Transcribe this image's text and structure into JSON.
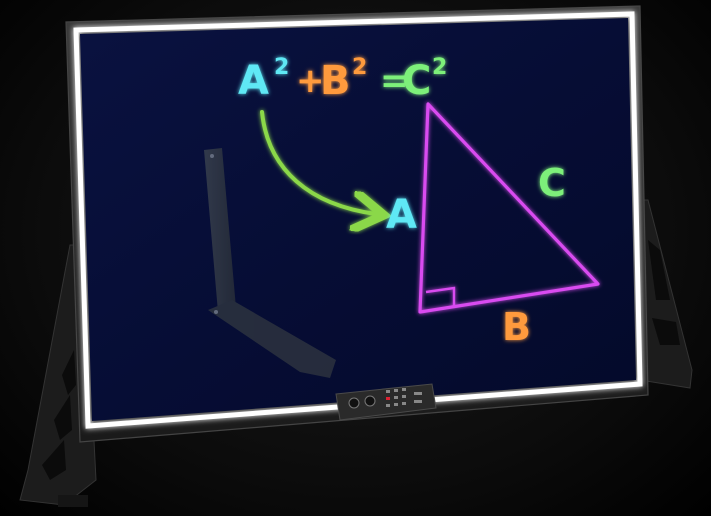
{
  "equation": {
    "term_a": "A",
    "exp_a": "2",
    "plus": "+",
    "term_b": "B",
    "exp_b": "2",
    "equals": "=",
    "term_c": "C",
    "exp_c": "2"
  },
  "triangle_labels": {
    "side_a": "A",
    "side_b": "B",
    "side_c": "C"
  },
  "colors": {
    "background": "#0b0b0b",
    "screen": "#07103a",
    "frame": "#2a2a2a",
    "glow_border": "#ffffff",
    "letter_a": "#5ee8f5",
    "letter_b": "#ff9a3c",
    "letter_c": "#7df07a",
    "triangle": "#d94cf0",
    "arrow": "#8bd84a"
  },
  "icons": [
    "control-panel-icon",
    "speaker-icon",
    "button-grid-icon"
  ]
}
